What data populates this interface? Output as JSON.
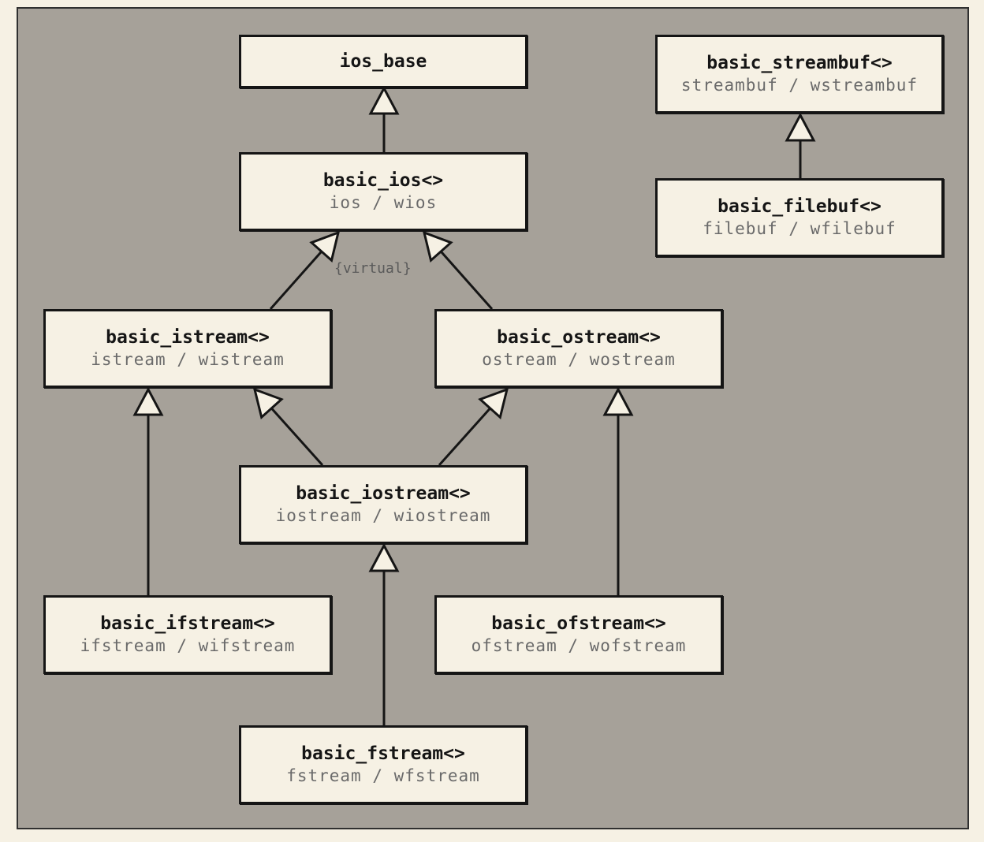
{
  "diagram": {
    "nodes": {
      "ios_base": {
        "title": "ios_base",
        "sub": ""
      },
      "basic_ios": {
        "title": "basic_ios<>",
        "sub": "ios / wios"
      },
      "basic_istream": {
        "title": "basic_istream<>",
        "sub": "istream / wistream"
      },
      "basic_ostream": {
        "title": "basic_ostream<>",
        "sub": "ostream / wostream"
      },
      "basic_iostream": {
        "title": "basic_iostream<>",
        "sub": "iostream / wiostream"
      },
      "basic_ifstream": {
        "title": "basic_ifstream<>",
        "sub": "ifstream / wifstream"
      },
      "basic_ofstream": {
        "title": "basic_ofstream<>",
        "sub": "ofstream / wofstream"
      },
      "basic_fstream": {
        "title": "basic_fstream<>",
        "sub": "fstream / wfstream"
      },
      "basic_streambuf": {
        "title": "basic_streambuf<>",
        "sub": "streambuf / wstreambuf"
      },
      "basic_filebuf": {
        "title": "basic_filebuf<>",
        "sub": "filebuf / wfilebuf"
      }
    },
    "virtual_note": "{virtual}",
    "colors": {
      "background": "#a6a199",
      "node_fill": "#f6f1e4",
      "line": "#151515"
    }
  }
}
